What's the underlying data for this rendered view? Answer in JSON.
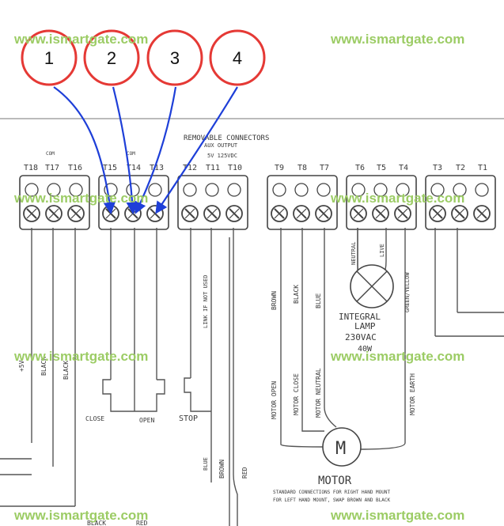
{
  "watermark": "www.ismartgate.com",
  "callouts": [
    "1",
    "2",
    "3",
    "4"
  ],
  "header_lines": [
    "REMOVABLE CONNECTORS",
    "AUX OUTPUT",
    "5V 125VDC"
  ],
  "com_labels": [
    "COM",
    "COM"
  ],
  "terminal_blocks": [
    {
      "labels": [
        "T18",
        "T17",
        "T16"
      ]
    },
    {
      "labels": [
        "T15",
        "T14",
        "T13"
      ]
    },
    {
      "labels": [
        "T12",
        "T11",
        "T10"
      ]
    },
    {
      "labels": [
        "T9",
        "T8",
        "T7"
      ]
    },
    {
      "labels": [
        "T6",
        "T5",
        "T4"
      ]
    },
    {
      "labels": [
        "T3",
        "T2",
        "T1"
      ]
    }
  ],
  "wire_labels": {
    "left": [
      "+5V",
      "BLACK",
      "BLACK"
    ],
    "t12": "LINK IF NOT USED",
    "motor_top": [
      "BROWN",
      "BLACK",
      "BLUE"
    ],
    "lamp_top": [
      "NEUTRAL",
      "LIVE"
    ],
    "green_yellow": "GREEN/YELLOW",
    "motor_bottom": [
      "MOTOR OPEN",
      "MOTOR CLOSE",
      "MOTOR NEUTRAL",
      "MOTOR EARTH"
    ],
    "stop_wires": [
      "BLUE",
      "BROWN"
    ],
    "red": "RED",
    "bottom_left": "BLACK",
    "bottom_mid": "RED"
  },
  "switch_labels": [
    "CLOSE",
    "OPEN",
    "STOP"
  ],
  "lamp": {
    "line1": "INTEGRAL",
    "line2": "LAMP",
    "line3": "230VAC",
    "line4": "40W"
  },
  "motor": {
    "symbol": "M",
    "label": "MOTOR"
  },
  "footnote": [
    "STANDARD CONNECTIONS FOR RIGHT HAND MOUNT",
    "FOR LEFT HAND MOUNT, SWAP BROWN AND BLACK"
  ],
  "colors": {
    "callout_stroke": "#e53935",
    "arrow": "#1e3fd8",
    "watermark": "#9ccc65",
    "ink": "#3a3a3a"
  }
}
